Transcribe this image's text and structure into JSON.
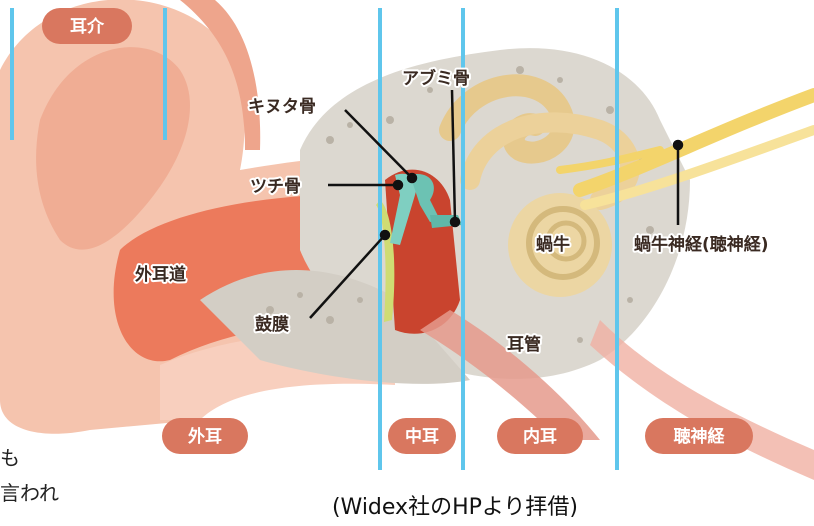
{
  "colors": {
    "pill_fill": "#d9775f",
    "divider": "#5fc6ec",
    "skin": "#f3b6a0",
    "canal": "#ec7a5c",
    "bone": "#d8d4cc",
    "ossicle": "#e8d49a",
    "nerve": "#f2d46a",
    "eardrum": "#c8d870"
  },
  "regions": {
    "pinna": "耳介",
    "outer_ear": "外耳",
    "middle_ear": "中耳",
    "inner_ear": "内耳",
    "auditory_nerve": "聴神経"
  },
  "labels": {
    "incus": "キヌタ骨",
    "stapes": "アブミ骨",
    "malleus": "ツチ骨",
    "ear_canal": "外耳道",
    "cochlea": "蝸牛",
    "cochlear_nerve": "蝸牛神経(聴神経)",
    "eardrum": "鼓膜",
    "eustachian_tube": "耳管"
  },
  "caption": "(Widex社のHPより拝借)",
  "side_text": {
    "line1": "も",
    "line2": "言われ"
  }
}
